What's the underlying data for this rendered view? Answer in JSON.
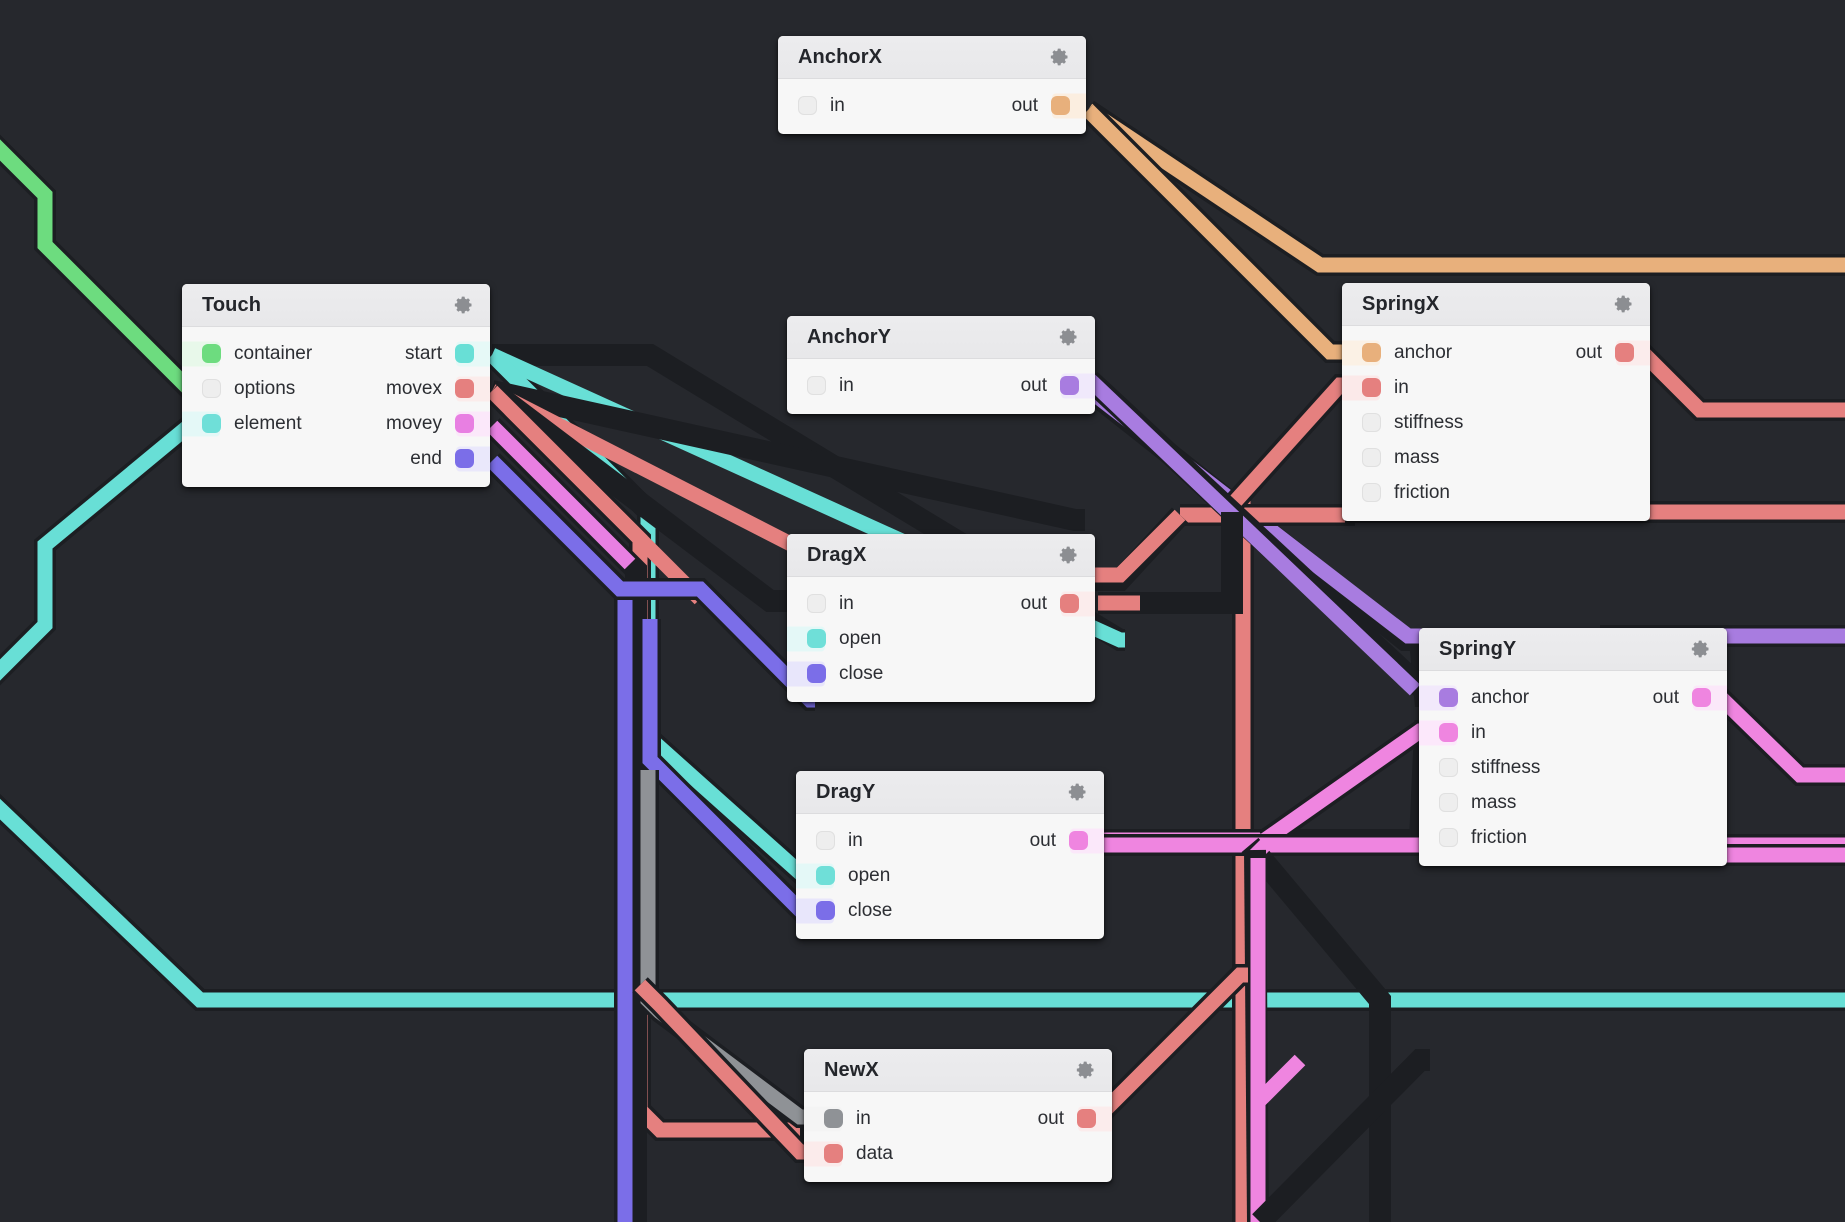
{
  "app": {
    "type": "node-graph-editor",
    "canvas_background": "#26282d",
    "node_background": "#f7f7f7",
    "node_header_background": "#ececee"
  },
  "palette": {
    "green": "#6ddc7f",
    "cyan": "#68dfd6",
    "salmon": "#e5807f",
    "magenta": "#e87fe2",
    "pink": "#ef85e0",
    "purple": "#7b6ee8",
    "violet": "#a87ce0",
    "orange": "#e8b07c",
    "grey": "#8f9296",
    "empty": "#eeeeee"
  },
  "nodes": [
    {
      "id": "anchorx",
      "title": "AnchorX",
      "gear_icon": "gear-icon",
      "inputs": [
        {
          "label": "in",
          "color": "empty",
          "connected": false
        }
      ],
      "outputs": [
        {
          "label": "out",
          "color": "orange",
          "connected": true
        }
      ]
    },
    {
      "id": "touch",
      "title": "Touch",
      "gear_icon": "gear-icon",
      "inputs": [
        {
          "label": "container",
          "color": "green",
          "connected": true
        },
        {
          "label": "options",
          "color": "empty",
          "connected": false
        },
        {
          "label": "element",
          "color": "cyan",
          "connected": true
        }
      ],
      "outputs": [
        {
          "label": "start",
          "color": "cyan",
          "connected": true
        },
        {
          "label": "movex",
          "color": "salmon",
          "connected": true
        },
        {
          "label": "movey",
          "color": "magenta",
          "connected": true
        },
        {
          "label": "end",
          "color": "purple",
          "connected": true
        }
      ]
    },
    {
      "id": "anchory",
      "title": "AnchorY",
      "gear_icon": "gear-icon",
      "inputs": [
        {
          "label": "in",
          "color": "empty",
          "connected": false
        }
      ],
      "outputs": [
        {
          "label": "out",
          "color": "violet",
          "connected": true
        }
      ]
    },
    {
      "id": "springx",
      "title": "SpringX",
      "gear_icon": "gear-icon",
      "inputs": [
        {
          "label": "anchor",
          "color": "orange",
          "connected": true
        },
        {
          "label": "in",
          "color": "salmon",
          "connected": true
        },
        {
          "label": "stiffness",
          "color": "empty",
          "connected": false
        },
        {
          "label": "mass",
          "color": "empty",
          "connected": false
        },
        {
          "label": "friction",
          "color": "empty",
          "connected": false
        }
      ],
      "outputs": [
        {
          "label": "out",
          "color": "salmon",
          "connected": true
        }
      ]
    },
    {
      "id": "dragx",
      "title": "DragX",
      "gear_icon": "gear-icon",
      "inputs": [
        {
          "label": "in",
          "color": "empty",
          "connected": false
        },
        {
          "label": "open",
          "color": "cyan",
          "connected": true
        },
        {
          "label": "close",
          "color": "purple",
          "connected": true
        }
      ],
      "outputs": [
        {
          "label": "out",
          "color": "salmon",
          "connected": true
        }
      ]
    },
    {
      "id": "springy",
      "title": "SpringY",
      "gear_icon": "gear-icon",
      "inputs": [
        {
          "label": "anchor",
          "color": "violet",
          "connected": true
        },
        {
          "label": "in",
          "color": "magenta",
          "connected": true
        },
        {
          "label": "stiffness",
          "color": "empty",
          "connected": false
        },
        {
          "label": "mass",
          "color": "empty",
          "connected": false
        },
        {
          "label": "friction",
          "color": "empty",
          "connected": false
        }
      ],
      "outputs": [
        {
          "label": "out",
          "color": "magenta",
          "connected": true
        }
      ]
    },
    {
      "id": "dragy",
      "title": "DragY",
      "gear_icon": "gear-icon",
      "inputs": [
        {
          "label": "in",
          "color": "empty",
          "connected": false
        },
        {
          "label": "open",
          "color": "cyan",
          "connected": true
        },
        {
          "label": "close",
          "color": "purple",
          "connected": true
        }
      ],
      "outputs": [
        {
          "label": "out",
          "color": "magenta",
          "connected": true
        }
      ]
    },
    {
      "id": "newx",
      "title": "NewX",
      "gear_icon": "gear-icon",
      "inputs": [
        {
          "label": "in",
          "color": "grey",
          "connected": true
        },
        {
          "label": "data",
          "color": "salmon",
          "connected": true
        }
      ],
      "outputs": [
        {
          "label": "out",
          "color": "salmon",
          "connected": true
        }
      ]
    }
  ]
}
